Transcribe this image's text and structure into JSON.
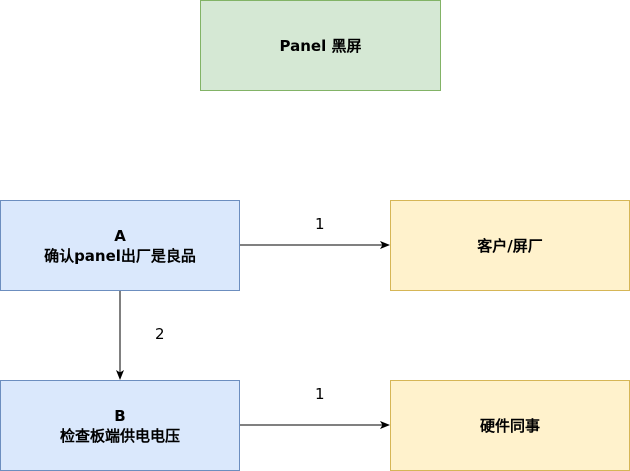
{
  "nodes": {
    "title": {
      "text": "Panel 黑屏"
    },
    "a": {
      "id_label": "A",
      "text": "确认panel出厂是良品"
    },
    "b": {
      "id_label": "B",
      "text": "检查板端供电电压"
    },
    "customer": {
      "text": "客户/屏厂"
    },
    "hardware": {
      "text": "硬件同事"
    }
  },
  "edges": {
    "a_to_customer": {
      "label": "1"
    },
    "a_to_b": {
      "label": "2"
    },
    "b_to_hardware": {
      "label": "1"
    }
  },
  "colors": {
    "green_fill": "#d5e8d4",
    "green_stroke": "#82b366",
    "blue_fill": "#dae8fc",
    "blue_stroke": "#6c8ebf",
    "yellow_fill": "#fff2cc",
    "yellow_stroke": "#d6b656",
    "edge": "#000000"
  }
}
